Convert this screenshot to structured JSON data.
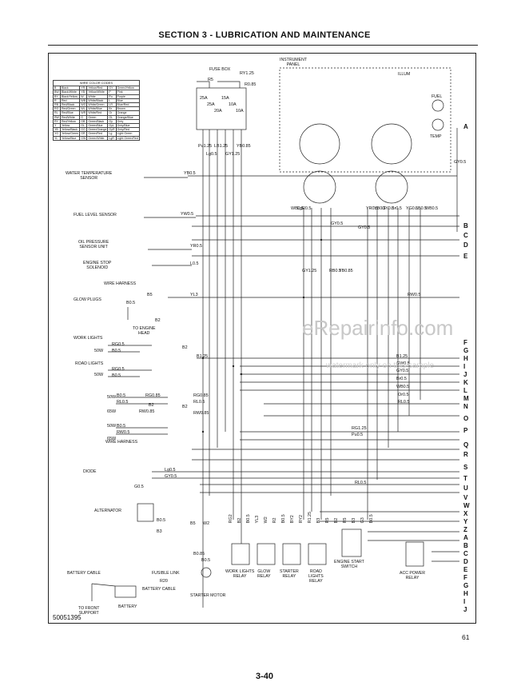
{
  "page": {
    "section_title": "SECTION 3 - LUBRICATION AND MAINTENANCE",
    "figure_id": "50051395",
    "figure_number": "61",
    "page_number": "3-40"
  },
  "watermark": {
    "main": "eRepairinfo.com",
    "sub": "watermark only on this sample"
  },
  "wire_codes": {
    "title": "WIRE COLOR CODES",
    "rows": [
      [
        "B",
        "Black",
        "YR",
        "Yellow/Red",
        "GY",
        "Green/Yellow"
      ],
      [
        "BW",
        "Black/White",
        "YB",
        "Yellow/White",
        "P",
        "Pink"
      ],
      [
        "BY",
        "Black/Yellow",
        "W",
        "White",
        "Pu",
        "Purple"
      ],
      [
        "R",
        "Red",
        "WB",
        "White/Black",
        "L",
        "Blue"
      ],
      [
        "RB",
        "Red/Black",
        "WG",
        "White/Green",
        "LR",
        "Blue/Red"
      ],
      [
        "RG",
        "Red/Green",
        "WL",
        "White/Blue",
        "Br",
        "Brown"
      ],
      [
        "RL",
        "Red/Blue",
        "WR",
        "White/Red",
        "Or",
        "Orange"
      ],
      [
        "RW",
        "Red/White",
        "G",
        "Green",
        "OL",
        "Orange/Blue"
      ],
      [
        "RY",
        "Red/Yellow",
        "GB",
        "Green/Black",
        "Gy",
        "Grey"
      ],
      [
        "Y",
        "Yellow",
        "GL",
        "Green/Blue",
        "GyL",
        "Grey/Blue"
      ],
      [
        "YB",
        "Yellow/Black",
        "GO",
        "Green/Orange",
        "GyR",
        "Grey/Red"
      ],
      [
        "YG",
        "Yellow/Green",
        "GR",
        "Green/Red",
        "Lg",
        "Light Green"
      ],
      [
        "YL",
        "Yellow/Blue",
        "GW",
        "Green/White",
        "LgR",
        "Light Green/Red"
      ]
    ]
  },
  "components": {
    "fuse_box": "FUSE BOX",
    "instrument_panel": "INSTRUMENT\nPANEL",
    "illum": "ILLUM",
    "fuel": "FUEL",
    "temp": "TEMP",
    "water_temp_sensor": "WATER TEMPERATURE\nSENSOR",
    "fuel_level_sensor": "FUEL LEVEL SENSOR",
    "oil_pressure_sensor": "OIL PRESSURE\nSENSOR UNIT",
    "engine_stop_solenoid": "ENGINE STOP\nSOLENOID",
    "wire_harness_1": "WIRE HARNESS",
    "glow_plugs": "GLOW PLUGS",
    "to_engine_head": "TO ENGINE\nHEAD",
    "work_lights": "WORK LIGHTS",
    "road_lights": "ROAD LIGHTS",
    "wire_harness_2": "WIRE HARNESS",
    "diode": "DIODE",
    "alternator": "ALTERNATOR",
    "battery_cable_1": "BATTERY CABLE",
    "fusible_link": "FUSIBLE LINK",
    "battery_cable_2": "BATTERY CABLE",
    "battery": "BATTERY",
    "to_front_support": "TO FRONT\nSUPPORT",
    "starter_motor": "STARTER MOTOR",
    "work_lights_relay": "WORK LIGHTS\nRELAY",
    "glow_relay": "GLOW\nRELAY",
    "starter_relay": "STARTER\nRELAY",
    "road_lights_relay": "ROAD\nLIGHTS\nRELAY",
    "engine_start_switch": "ENGINE START\nSWITCH",
    "acc_power_relay": "ACC POWER\nRELAY"
  },
  "fuses": [
    "25A",
    "25A",
    "20A",
    "15A",
    "10A",
    "10A"
  ],
  "wattages": [
    "50W",
    "50W",
    "50W",
    "65W",
    "50W",
    "65W"
  ],
  "wire_labels": {
    "w1": "R5",
    "w2": "RY1.25",
    "w3": "R0.85",
    "w4": "Pu1.25",
    "w5": "Lg0.5",
    "w6": "LB1.25",
    "w7": "GY1.25",
    "w8": "YB0.85",
    "w9": "YB0.5",
    "w10": "YW0.5",
    "w11": "GY0.5",
    "w12": "YR0.5",
    "w13": "L0.5",
    "w14": "YL3",
    "w15": "B5",
    "w16": "B0.5",
    "w17": "B2",
    "w18": "B1.25",
    "w19": "B2",
    "w20": "RG0.5",
    "w21": "B0.5",
    "w22": "RG0.5",
    "w23": "B0.5",
    "w24": "B0.5",
    "w25": "RL0.5",
    "w26": "RG0.85",
    "w27": "RW0.85",
    "w28": "B2",
    "w29": "RG0.85",
    "w30": "RL0.5",
    "w31": "B2",
    "w32": "RW0.85",
    "w33": "B0.5",
    "w34": "RW0.5",
    "w35": "Lg0.5",
    "w36": "GY0.5",
    "w37": "G0.5",
    "w38": "B0.5",
    "w39": "B3",
    "w40": "B5",
    "w41": "W2",
    "w42": "B0.85",
    "w43": "B0.5",
    "w44": "R20",
    "w45": "B1.25",
    "w46": "GW0.5",
    "w47": "GY0.5",
    "w48": "Br0.5",
    "w49": "WB0.5",
    "w50": "Or0.5",
    "w51": "RL0.5",
    "w52": "RG1.25",
    "w53": "Pu0.5",
    "w54": "RL0.5",
    "w55": "GY0.5",
    "w56": "GY1.25",
    "w57": "RB0.5",
    "w58": "YB0.85",
    "w59": "RW0.5",
    "w60": "GY0.5",
    "w61": "WB0.5",
    "w62": "LgR0.5",
    "w63": "YR0.5",
    "w64": "YB0.5",
    "w65": "GY0.5",
    "w66": "Br0.5",
    "w67": "YG0.5",
    "w68": "LB0.5",
    "w69": "WB0.5"
  },
  "connectors_right": [
    "A",
    "B",
    "C",
    "D",
    "E",
    "F",
    "G",
    "H",
    "I",
    "J",
    "K",
    "L",
    "M",
    "N",
    "O",
    "P",
    "Q",
    "R",
    "S",
    "T",
    "U",
    "V",
    "W",
    "X",
    "Y",
    "Z",
    "A",
    "B",
    "C",
    "D",
    "E",
    "F",
    "G",
    "H",
    "I",
    "J"
  ],
  "relay_wires": [
    "RG2",
    "B2",
    "B0.5",
    "YL3",
    "W2",
    "R2",
    "B0.5",
    "BY2",
    "RY2",
    "R1.25",
    "B3",
    "R5",
    "B2",
    "R5",
    "B3",
    "G3",
    "B0.5"
  ]
}
